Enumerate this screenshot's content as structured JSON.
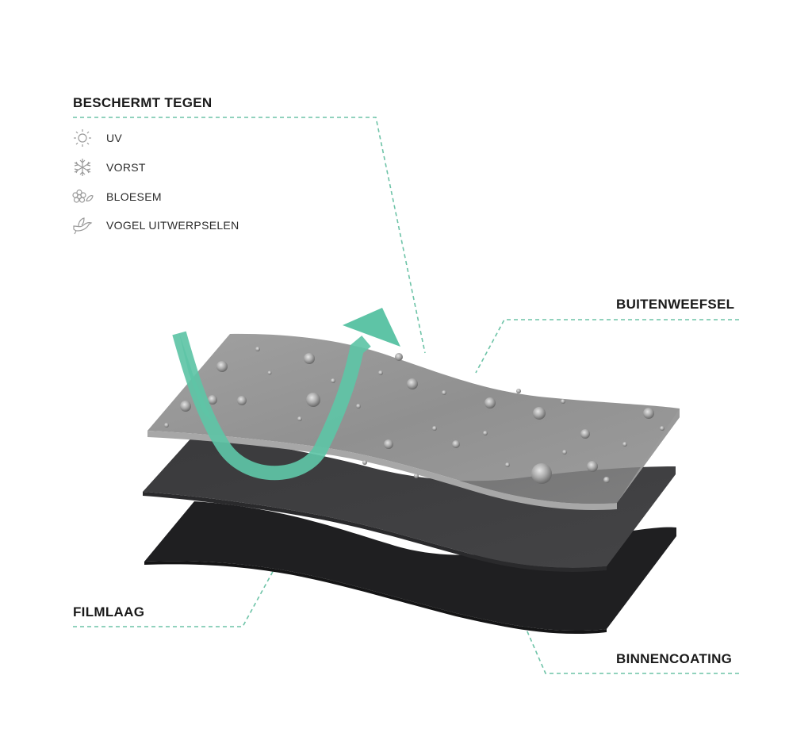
{
  "protection": {
    "title": "BESCHERMT TEGEN",
    "items": [
      {
        "label": "UV",
        "icon": "sun-icon"
      },
      {
        "label": "VORST",
        "icon": "snowflake-icon"
      },
      {
        "label": "BLOESEM",
        "icon": "blossom-icon"
      },
      {
        "label": "VOGEL UITWERPSELEN",
        "icon": "bird-icon"
      }
    ]
  },
  "layers": {
    "outer_fabric": "BUITENWEEFSEL",
    "film_layer": "FILMLAAG",
    "inner_coating": "BINNENCOATING"
  },
  "colors": {
    "accent": "#5ec4a6",
    "leader_line": "#6dc3a7",
    "outer_fabric": "#808080",
    "film_layer": "#3c3c3e",
    "inner_coating": "#1f1f21",
    "icon": "#9a9a9a"
  }
}
